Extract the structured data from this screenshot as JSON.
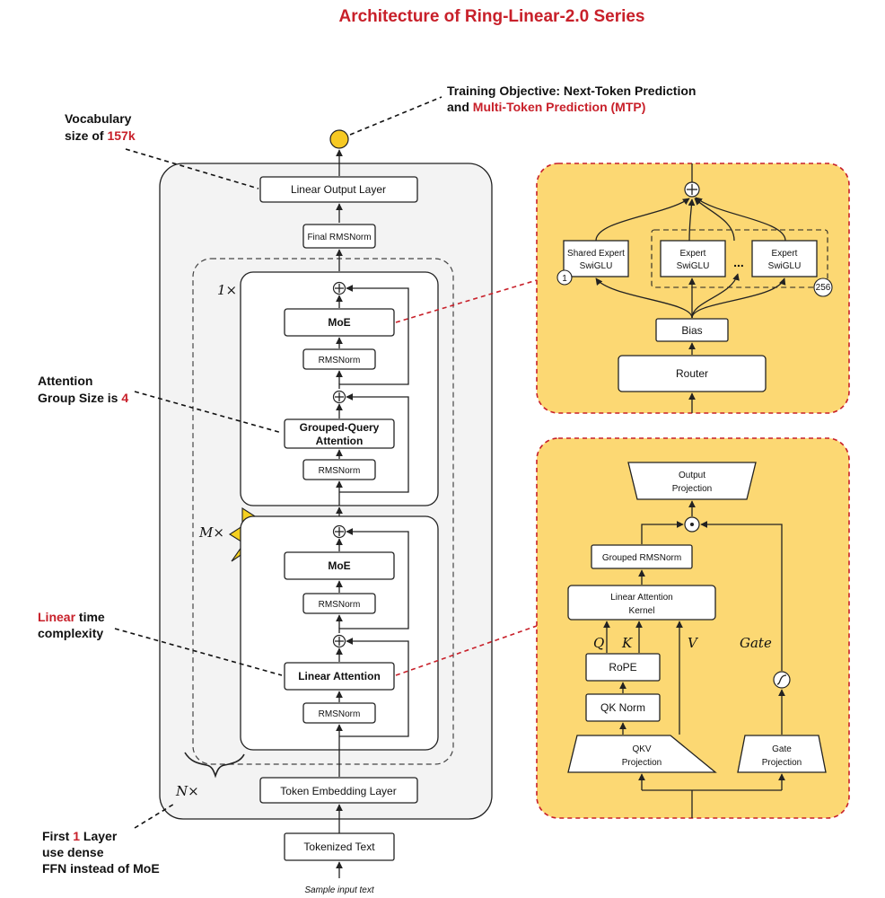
{
  "title": "Architecture of Ring-Linear-2.0 Series",
  "annotations": {
    "objective_line1": "Training Objective: Next-Token Prediction",
    "objective_and": "and ",
    "objective_mtp": "Multi-Token Prediction (MTP)",
    "vocab_line1": "Vocabulary",
    "vocab_prefix": "size of ",
    "vocab_value": "157k",
    "attn_line1": "Attention",
    "attn_prefix": "Group Size is ",
    "attn_value": "4",
    "linear_word": "Linear",
    "linear_rest": " time",
    "linear_line2": "complexity",
    "first_prefix": "First ",
    "first_value": "1",
    "first_rest": " Layer",
    "first_line2": "use dense",
    "first_line3": "FFN instead of MoE"
  },
  "main": {
    "linear_output": "Linear Output Layer",
    "final_norm": "Final RMSNorm",
    "repeat_1": "1×",
    "repeat_m": "M×",
    "repeat_n": "N×",
    "moe": "MoE",
    "rmsnorm": "RMSNorm",
    "gqa_line1": "Grouped-Query",
    "gqa_line2": "Attention",
    "linear_attention": "Linear Attention",
    "token_embedding": "Token Embedding Layer",
    "tokenized_text": "Tokenized Text",
    "sample_input": "Sample input text"
  },
  "moe_panel": {
    "shared_line1": "Shared Expert",
    "shared_line2": "SwiGLU",
    "expert_line1": "Expert",
    "expert_line2": "SwiGLU",
    "ellipsis": "...",
    "badge_one": "1",
    "badge_256": "256",
    "bias": "Bias",
    "router": "Router"
  },
  "attn_panel": {
    "output_line1": "Output",
    "output_line2": "Projection",
    "grouped_norm": "Grouped RMSNorm",
    "kernel_line1": "Linear Attention",
    "kernel_line2": "Kernel",
    "q": "Q",
    "k": "K",
    "v": "V",
    "gate": "Gate",
    "rope": "RoPE",
    "qk_norm": "QK Norm",
    "qkv_line1": "QKV",
    "qkv_line2": "Projection",
    "gate_line1": "Gate",
    "gate_line2": "Projection"
  },
  "colors": {
    "accent_red": "#c8202a",
    "panel_yellow": "#fcd873",
    "output_dot": "#f6c923",
    "lightning": "#f5d020",
    "main_panel_bg": "#f3f3f3"
  }
}
